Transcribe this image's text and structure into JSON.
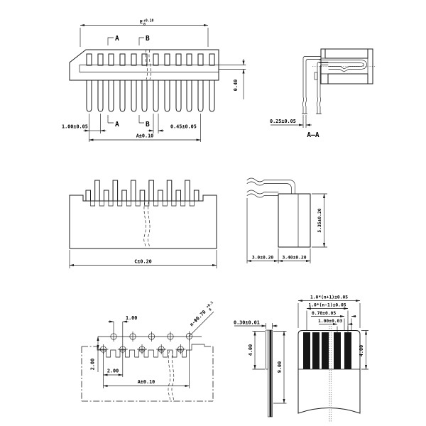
{
  "drawing": {
    "background": "#ffffff",
    "line_color": "#1a1a1a",
    "views": {
      "top_view": {
        "dim_width_letter": "E",
        "dim_width_tol_up": "+0.10",
        "dim_width_tol_dn": "0",
        "section_a": "A",
        "section_b": "B",
        "dim_pin_pitch": "1.00±0.05",
        "dim_pin_width": "0.45±0.05",
        "dim_pin_span": "A±0.10",
        "dim_fpc_thickness": "0.40"
      },
      "section_view": {
        "dim_contact_thickness": "0.25±0.05",
        "label": "A—A"
      },
      "front_view": {
        "dim_overall_length": "C±0.20"
      },
      "side_view": {
        "dim_tail_length": "3.0±0.20",
        "dim_body_depth": "3.40±0.20",
        "dim_body_height": "5.35±0.20"
      },
      "pcb_layout_view": {
        "dim_hole_offset": "1.00",
        "dim_row_spacing": "2.00",
        "dim_hole_pitch": "2.00",
        "dim_hole_span": "A±0.10",
        "hole_note": "n-Φ0.70",
        "hole_note_tol_up": "+0.1",
        "hole_note_tol_dn": "0"
      },
      "fpc_side_view": {
        "dim_film_thickness": "0.30±0.01",
        "dim_stiffener_length": "4.00",
        "dim_tail_length": "9.00"
      },
      "fpc_top_view": {
        "dim_overall_width": "1.0*(n+1)±0.05",
        "dim_conductor_span": "1.0*(n-1)±0.05",
        "dim_conductor_width": "0.70±0.05",
        "dim_conductor_pitch": "1.00±0.03",
        "dim_exposed_length": "4.00"
      }
    }
  }
}
